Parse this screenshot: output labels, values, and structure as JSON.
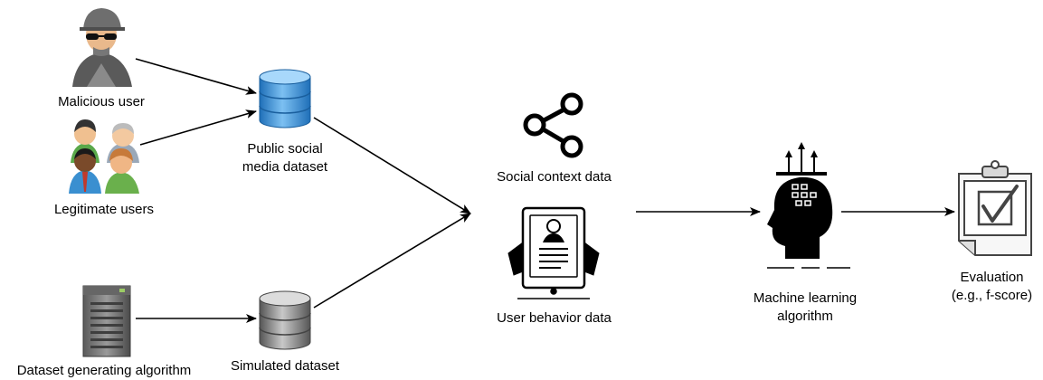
{
  "nodes": {
    "malicious_user": "Malicious user",
    "legitimate_users": "Legitimate users",
    "dataset_generating_algorithm": "Dataset generating algorithm",
    "public_dataset": [
      "Public social",
      "media dataset"
    ],
    "simulated_dataset": "Simulated dataset",
    "social_context": "Social context data",
    "user_behavior": "User behavior data",
    "ml_algorithm": [
      "Machine learning",
      "algorithm"
    ],
    "evaluation": [
      "Evaluation",
      "(e.g., f-score)"
    ]
  },
  "icons": {
    "malicious_user": "hacker-icon",
    "legitimate_users": "users-group-icon",
    "dataset_generator": "server-tower-icon",
    "public_dataset": "database-blue-icon",
    "simulated_dataset": "database-gray-icon",
    "social_context": "share-icon",
    "user_behavior": "tablet-profile-icon",
    "ml_algorithm": "ai-head-icon",
    "evaluation": "clipboard-check-icon"
  },
  "colors": {
    "db_blue": "#2f80c8",
    "db_gray": "#777777",
    "arrow": "#000000"
  }
}
